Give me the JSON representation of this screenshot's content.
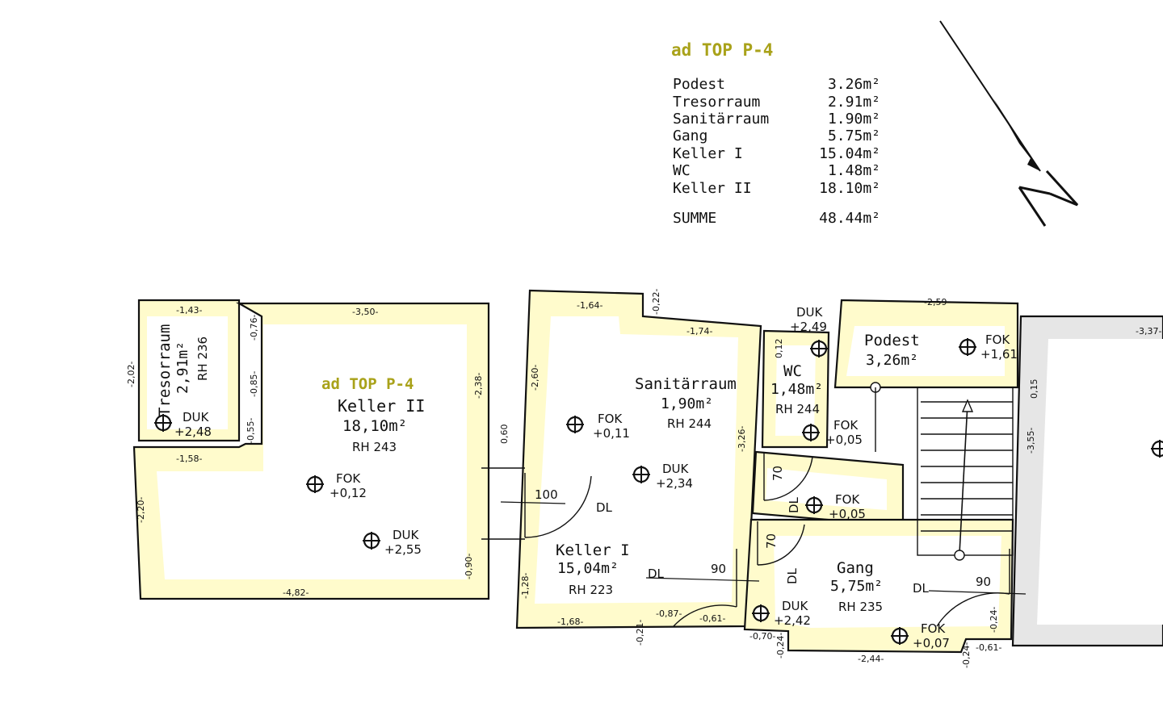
{
  "summary": {
    "title": "ad TOP P-4",
    "rows": [
      {
        "name": "Podest",
        "area": "3.26m²"
      },
      {
        "name": "Tresorraum",
        "area": "2.91m²"
      },
      {
        "name": "Sanitärraum",
        "area": "1.90m²"
      },
      {
        "name": "Gang",
        "area": "5.75m²"
      },
      {
        "name": "Keller I",
        "area": "15.04m²"
      },
      {
        "name": "WC",
        "area": "1.48m²"
      },
      {
        "name": "Keller II",
        "area": "18.10m²"
      }
    ],
    "total_label": "SUMME",
    "total_value": "48.44m²"
  },
  "plan_title": "ad TOP P-4",
  "rooms": {
    "tresorraum": {
      "name": "Tresorraum",
      "area": "2,91m²",
      "rh": "RH 236"
    },
    "keller2": {
      "name": "Keller II",
      "area": "18,10m²",
      "rh": "RH 243"
    },
    "sanitaer": {
      "name": "Sanitärraum",
      "area": "1,90m²",
      "rh": "RH 244"
    },
    "wc": {
      "name": "WC",
      "area": "1,48m²",
      "rh": "RH 244"
    },
    "podest": {
      "name": "Podest",
      "area": "3,26m²"
    },
    "keller1": {
      "name": "Keller I",
      "area": "15,04m²",
      "rh": "RH 223"
    },
    "gang": {
      "name": "Gang",
      "area": "5,75m²",
      "rh": "RH 235"
    }
  },
  "markers": {
    "tres_duk": {
      "label": "DUK",
      "value": "+2,48"
    },
    "k2_fok": {
      "label": "FOK",
      "value": "+0,12"
    },
    "k2_duk": {
      "label": "DUK",
      "value": "+2,55"
    },
    "san_fok": {
      "label": "FOK",
      "value": "+0,11"
    },
    "k1_duk": {
      "label": "DUK",
      "value": "+2,34"
    },
    "wc_duk": {
      "label": "DUK",
      "value": "+2,49"
    },
    "wc_fok": {
      "label": "FOK",
      "value": "+0,05"
    },
    "mid_fok": {
      "label": "FOK",
      "value": "+0,05"
    },
    "podest_fok": {
      "label": "FOK",
      "value": "+1,61"
    },
    "gang_duk": {
      "label": "DUK",
      "value": "+2,42"
    },
    "gang_fok": {
      "label": "FOK",
      "value": "+0,07"
    }
  },
  "dims": {
    "d143": "-1,43-",
    "d202": "-2,02-",
    "d350": "-3,50-",
    "d076": "-0,76-",
    "d085": "-0,85-",
    "d055": "-0,55-",
    "d158": "-1,58-",
    "d220": "-2,20-",
    "d482": "-4,82-",
    "d238": "-2,38-",
    "d090": "-0,90-",
    "d060": "0,60",
    "d164": "-1,64-",
    "d022": "-0,22-",
    "d174": "-1,74-",
    "d260": "-2,60-",
    "d326": "-3,26-",
    "d128": "-1,28-",
    "d168": "-1,68-",
    "d021": "-0,21-",
    "d087": "-0,87-",
    "d061a": "-0,61-",
    "d012": "0,12",
    "d259": "-2,59-",
    "d337": "-3,37-",
    "d015": "0,15",
    "d355": "-3,55-",
    "d070a": "-0,70-",
    "d024a": "-0,24-",
    "d244": "-2,44-",
    "d024b": "-0,24-",
    "d061b": "-0,61-",
    "d024c": "-0,24-"
  },
  "doors": {
    "w100": "100",
    "w90a": "90",
    "w90b": "90",
    "w70a": "70",
    "w70b": "70",
    "dl1": "DL",
    "dl2": "DL",
    "dl3": "DL",
    "dl4": "DL",
    "dl5": "DL"
  }
}
